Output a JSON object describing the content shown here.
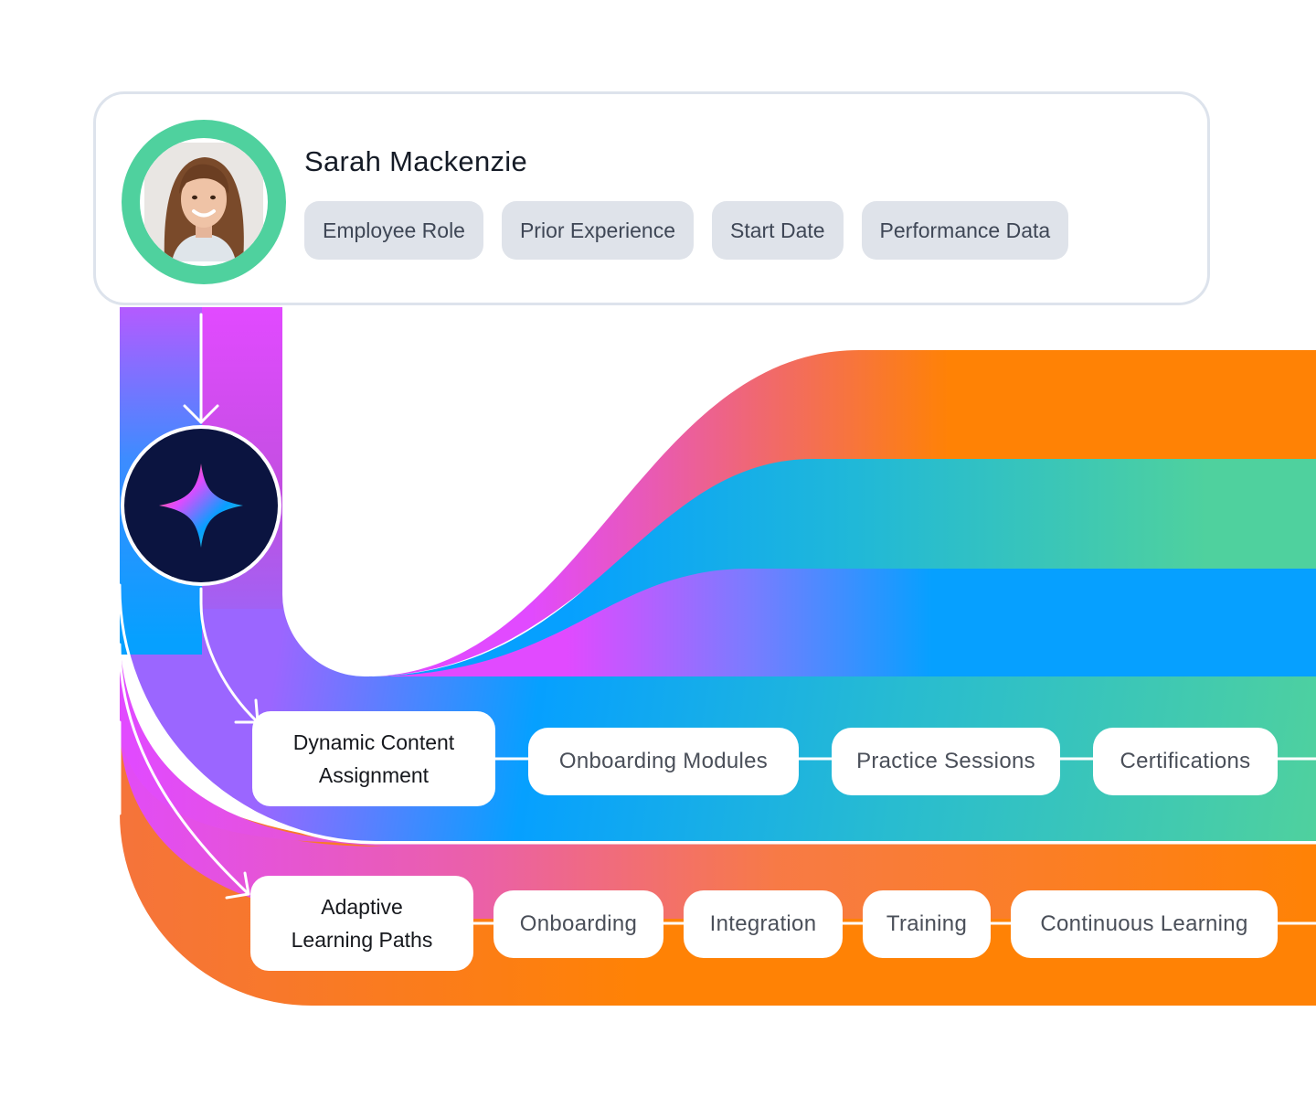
{
  "profile": {
    "name": "Sarah Mackenzie",
    "attributes": [
      "Employee Role",
      "Prior Experience",
      "Start Date",
      "Performance Data"
    ]
  },
  "ai_engine": {
    "icon": "sparkle-star-icon"
  },
  "flows": [
    {
      "title_lines": [
        "Dynamic Content",
        "Assignment"
      ],
      "steps": [
        "Onboarding Modules",
        "Practice Sessions",
        "Certifications"
      ]
    },
    {
      "title_lines": [
        "Adaptive",
        "Learning Paths"
      ],
      "steps": [
        "Onboarding",
        "Integration",
        "Training",
        "Continuous Learning"
      ]
    }
  ],
  "colors": {
    "orange": "#ff8205",
    "magenta": "#e14aff",
    "blue": "#06a0ff",
    "green": "#4fd19e",
    "coral": "#f0686f",
    "navy": "#0b1440",
    "chip_bg": "#dfe3ea"
  }
}
